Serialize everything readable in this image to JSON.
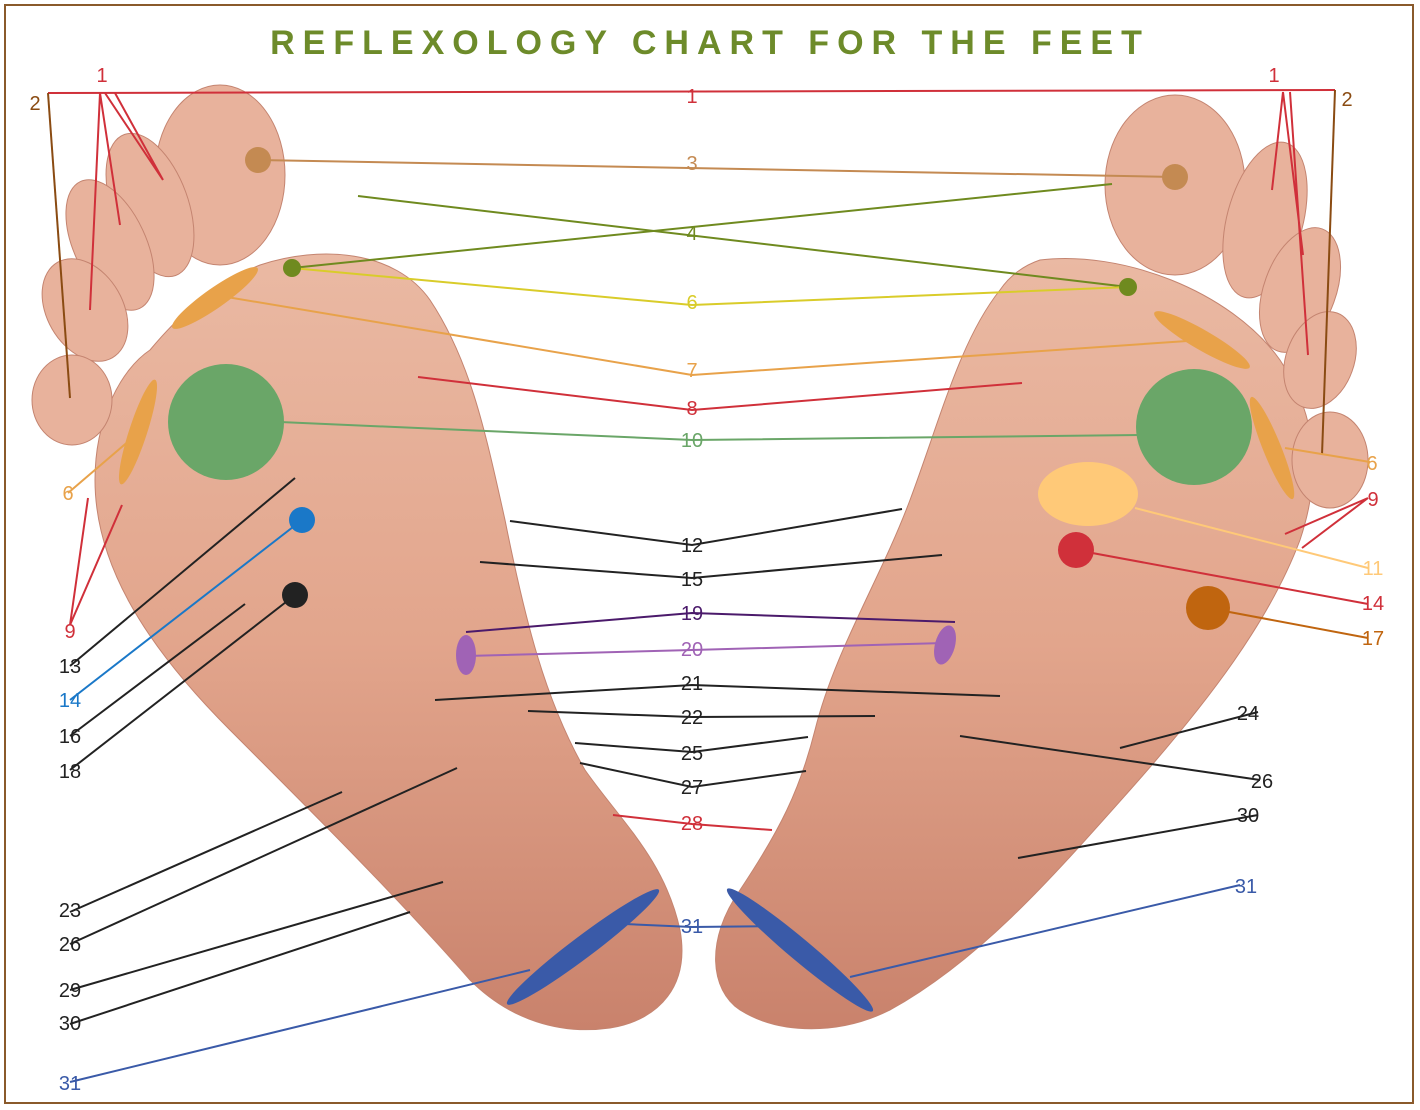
{
  "title": "REFLEXOLOGY CHART FOR THE FEET",
  "colors": {
    "border": "#8a5a2b",
    "title": "#6d8b2a",
    "skin": "#e2a58c",
    "red": "#d0303a",
    "brown": "#8a4b12",
    "tan": "#c48a52",
    "olive": "#6f8a1f",
    "yellow": "#d9cc2a",
    "orange": "#e8a24a",
    "green": "#6aa668",
    "blue": "#1a78c8",
    "black": "#222222",
    "purple_dark": "#4b1a6b",
    "purple": "#a063b5",
    "navy": "#3a5aa8",
    "peach": "#ffc978",
    "rust": "#c0650f"
  },
  "labels": [
    {
      "id": "l-1-left",
      "text": "1",
      "color": "red"
    },
    {
      "id": "l-2-left",
      "text": "2",
      "color": "brown"
    },
    {
      "id": "l-1-center",
      "text": "1",
      "color": "red"
    },
    {
      "id": "l-1-right",
      "text": "1",
      "color": "red"
    },
    {
      "id": "l-2-right",
      "text": "2",
      "color": "brown"
    },
    {
      "id": "l-3",
      "text": "3",
      "color": "tan"
    },
    {
      "id": "l-4",
      "text": "4",
      "color": "olive"
    },
    {
      "id": "l-6-center",
      "text": "6",
      "color": "yellow"
    },
    {
      "id": "l-7",
      "text": "7",
      "color": "orange"
    },
    {
      "id": "l-8",
      "text": "8",
      "color": "red"
    },
    {
      "id": "l-10",
      "text": "10",
      "color": "green"
    },
    {
      "id": "l-6-left",
      "text": "6",
      "color": "orange"
    },
    {
      "id": "l-6-right",
      "text": "6",
      "color": "orange"
    },
    {
      "id": "l-9-left",
      "text": "9",
      "color": "red"
    },
    {
      "id": "l-9-right",
      "text": "9",
      "color": "red"
    },
    {
      "id": "l-11",
      "text": "11",
      "color": "peach"
    },
    {
      "id": "l-12",
      "text": "12",
      "color": "black"
    },
    {
      "id": "l-15",
      "text": "15",
      "color": "black"
    },
    {
      "id": "l-13",
      "text": "13",
      "color": "black"
    },
    {
      "id": "l-14-left",
      "text": "14",
      "color": "blue"
    },
    {
      "id": "l-14-right",
      "text": "14",
      "color": "red"
    },
    {
      "id": "l-16",
      "text": "16",
      "color": "black"
    },
    {
      "id": "l-17",
      "text": "17",
      "color": "rust"
    },
    {
      "id": "l-18",
      "text": "18",
      "color": "black"
    },
    {
      "id": "l-19",
      "text": "19",
      "color": "purple_dark"
    },
    {
      "id": "l-20",
      "text": "20",
      "color": "purple"
    },
    {
      "id": "l-21",
      "text": "21",
      "color": "black"
    },
    {
      "id": "l-22",
      "text": "22",
      "color": "black"
    },
    {
      "id": "l-24",
      "text": "24",
      "color": "black"
    },
    {
      "id": "l-25",
      "text": "25",
      "color": "black"
    },
    {
      "id": "l-26-right",
      "text": "26",
      "color": "black"
    },
    {
      "id": "l-27",
      "text": "27",
      "color": "black"
    },
    {
      "id": "l-28",
      "text": "28",
      "color": "red"
    },
    {
      "id": "l-30-right",
      "text": "30",
      "color": "black"
    },
    {
      "id": "l-31-right",
      "text": "31",
      "color": "navy"
    },
    {
      "id": "l-31-center",
      "text": "31",
      "color": "navy"
    },
    {
      "id": "l-23",
      "text": "23",
      "color": "black"
    },
    {
      "id": "l-26-left",
      "text": "26",
      "color": "black"
    },
    {
      "id": "l-29",
      "text": "29",
      "color": "black"
    },
    {
      "id": "l-30-left",
      "text": "30",
      "color": "black"
    },
    {
      "id": "l-31-left",
      "text": "31",
      "color": "navy"
    }
  ]
}
